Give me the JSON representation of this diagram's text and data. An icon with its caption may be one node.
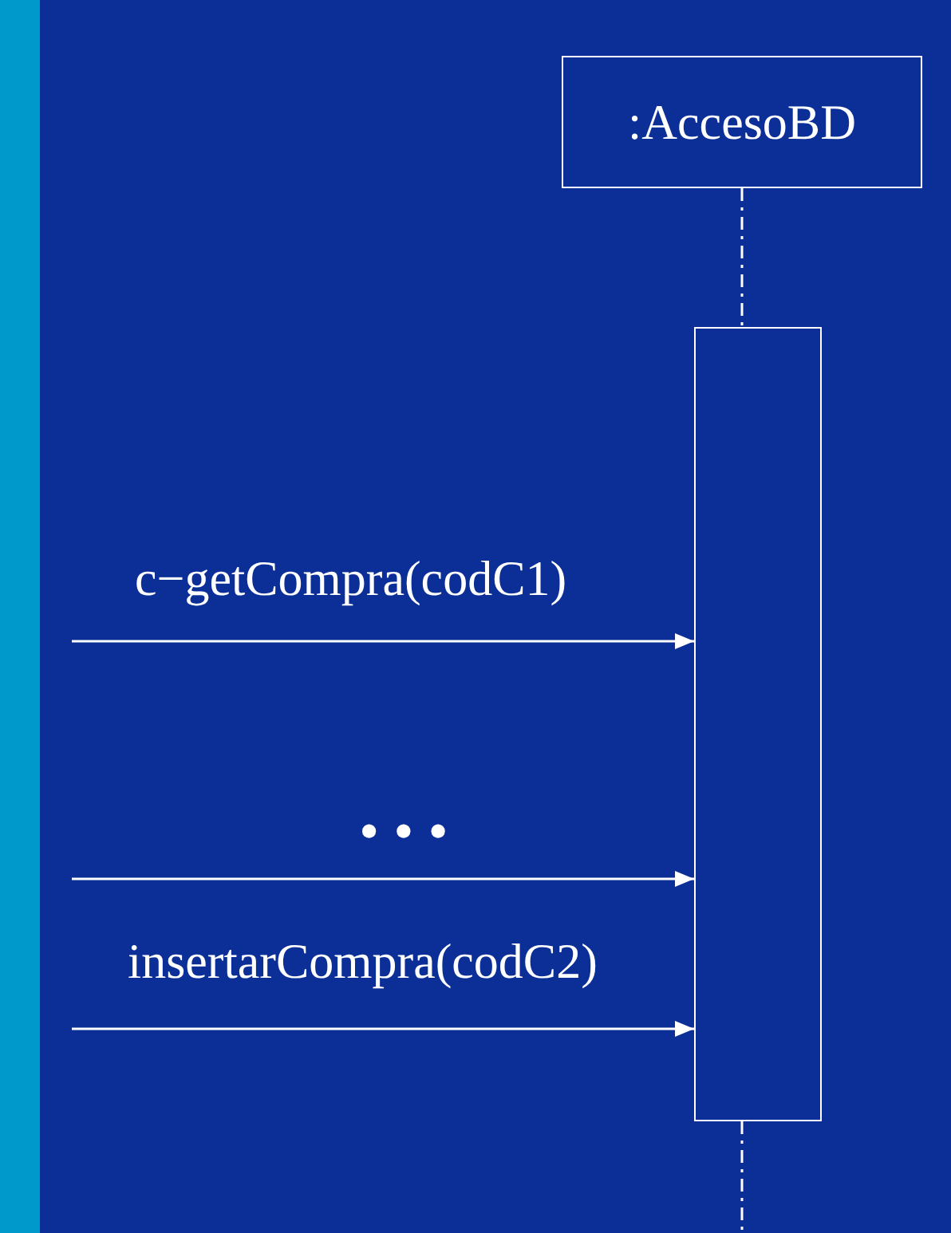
{
  "diagram": {
    "nodes": [
      {
        "text": [
          ":AccesoBD"
        ]
      },
      {
        "text": [],
        "shape": "bar"
      }
    ],
    "edges": [
      {
        "from": 0,
        "to": 1,
        "arrow": "none",
        "style": "dashed"
      },
      {
        "from": 1,
        "to": null,
        "arrow": "none",
        "style": "dashed"
      },
      {
        "from": null,
        "to": 1,
        "arrow": "to",
        "label": "c−getCompra(codC1)"
      },
      {
        "from": null,
        "to": 1,
        "arrow": "to"
      },
      {
        "from": null,
        "to": 1,
        "arrow": "to",
        "label": "insertarCompra(codC2)"
      }
    ],
    "labels": [
      "• • •"
    ]
  }
}
